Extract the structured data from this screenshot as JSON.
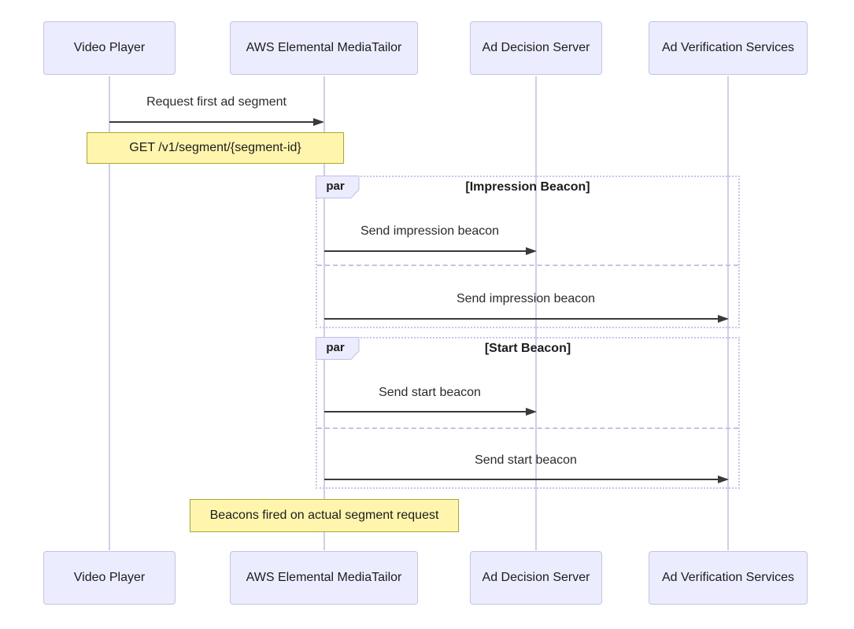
{
  "diagram": {
    "type": "sequence-diagram",
    "participants": [
      {
        "label": "Video Player"
      },
      {
        "label": "AWS Elemental MediaTailor"
      },
      {
        "label": "Ad Decision Server"
      },
      {
        "label": "Ad Verification Services"
      }
    ],
    "messages": [
      {
        "from": "Video Player",
        "to": "AWS Elemental MediaTailor",
        "text": "Request first ad segment",
        "style": "solid-arrow"
      },
      {
        "from": "AWS Elemental MediaTailor",
        "to": "Ad Decision Server",
        "text": "Send impression beacon",
        "style": "solid-arrow"
      },
      {
        "from": "AWS Elemental MediaTailor",
        "to": "Ad Verification Services",
        "text": "Send impression beacon",
        "style": "solid-arrow"
      },
      {
        "from": "AWS Elemental MediaTailor",
        "to": "Ad Decision Server",
        "text": "Send start beacon",
        "style": "solid-arrow"
      },
      {
        "from": "AWS Elemental MediaTailor",
        "to": "Ad Verification Services",
        "text": "Send start beacon",
        "style": "solid-arrow"
      }
    ],
    "notes": [
      {
        "text": "GET /v1/segment/{segment-id}",
        "over": [
          "Video Player",
          "AWS Elemental MediaTailor"
        ]
      },
      {
        "text": "Beacons fired on actual segment request",
        "over": [
          "AWS Elemental MediaTailor"
        ]
      }
    ],
    "par_blocks": [
      {
        "keyword": "par",
        "condition": "[Impression Beacon]"
      },
      {
        "keyword": "par",
        "condition": "[Start Beacon]"
      }
    ],
    "colors": {
      "actor_fill": "#ECECFF",
      "actor_border": "#C3C3E2",
      "note_fill": "#FFF5AD",
      "note_border": "#AAAA33",
      "lifeline": "#D2CDF0",
      "par_border": "#C9C3F1",
      "par_divider": "#C6C0EE",
      "message_line": "#3A3A3A",
      "text": "#1C1C1C",
      "background": "#FFFFFF"
    }
  }
}
